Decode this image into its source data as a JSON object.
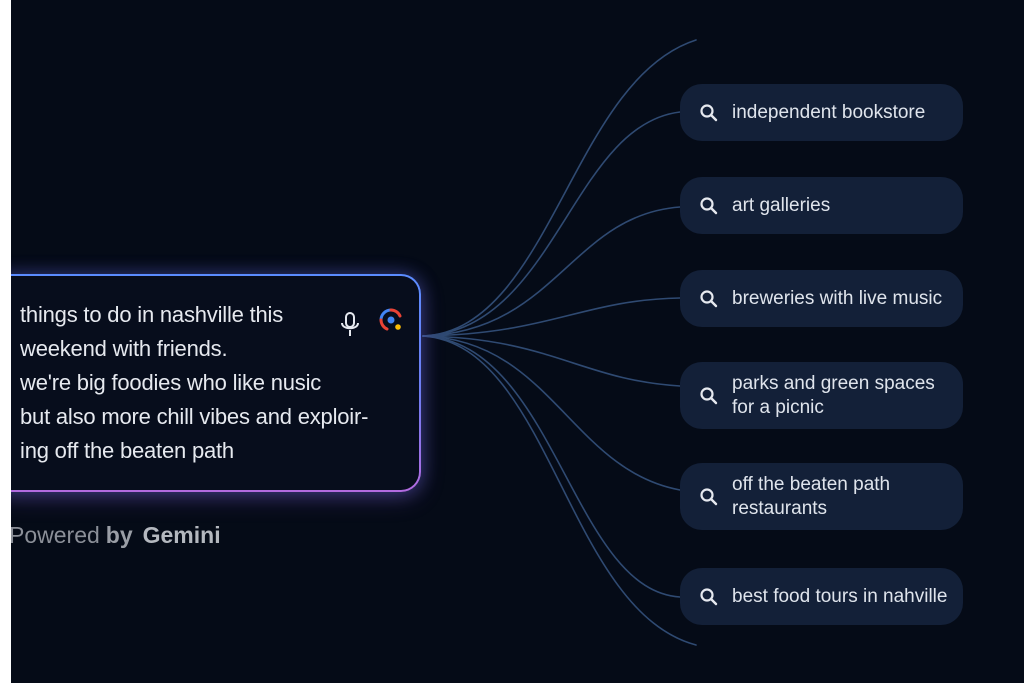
{
  "query": {
    "lines": [
      "things to do in nashville this",
      "weekend with friends.",
      "we're big foodies who like nusic",
      "but also more chill vibes and exploir-",
      "ing off the beaten path"
    ],
    "mic_icon": "microphone-icon",
    "lens_icon": "google-lens-icon"
  },
  "footer": {
    "powered": "Powered",
    "by": "by",
    "brand": "Gemini"
  },
  "suggestions": [
    {
      "line1": "independent bookstore",
      "line2": ""
    },
    {
      "line1": "art galleries",
      "line2": ""
    },
    {
      "line1": "breweries with live music",
      "line2": ""
    },
    {
      "line1": "parks and green spaces",
      "line2": "for a picnic"
    },
    {
      "line1": "off the beaten path",
      "line2": "restaurants"
    },
    {
      "line1": "best food tours in nahville",
      "line2": ""
    }
  ],
  "colors": {
    "background": "#050b17",
    "chip": "#132038",
    "accent_blue": "#5b8cff",
    "accent_purple": "#b36be0"
  }
}
